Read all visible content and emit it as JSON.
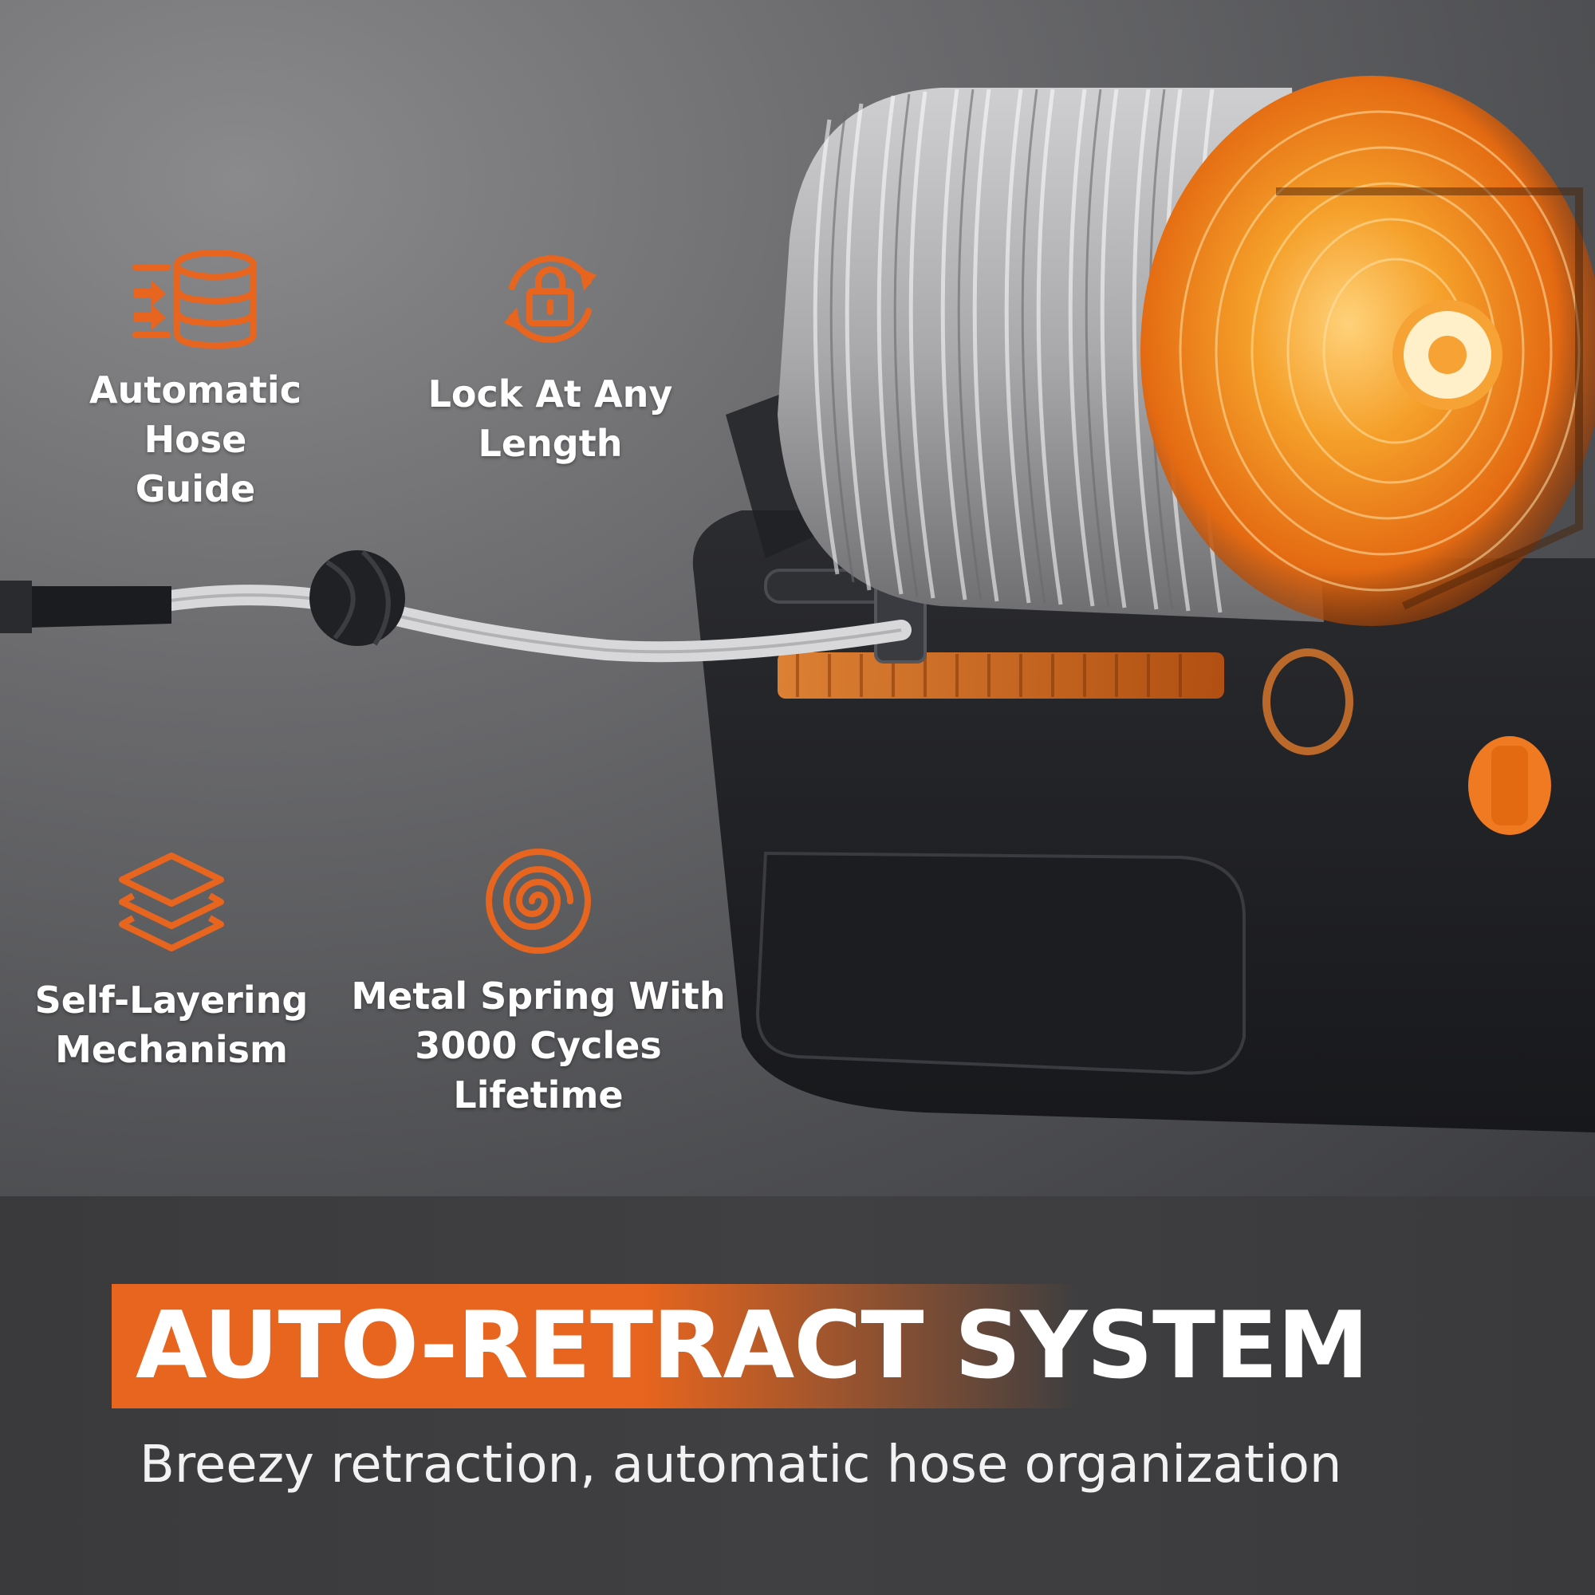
{
  "features": [
    {
      "label": "Automatic Hose\nGuide",
      "icon": "hose-guide-icon"
    },
    {
      "label": "Lock At Any\nLength",
      "icon": "lock-rotate-icon"
    },
    {
      "label": "Self-Layering\nMechanism",
      "icon": "layers-icon"
    },
    {
      "label": "Metal Spring With\n3000 Cycles Lifetime",
      "icon": "spiral-spring-icon"
    }
  ],
  "headline": "AUTO-RETRACT SYSTEM",
  "subheadline": "Breezy retraction, automatic hose organization",
  "colors": {
    "accent": "#e7651e",
    "text": "#ffffff"
  }
}
